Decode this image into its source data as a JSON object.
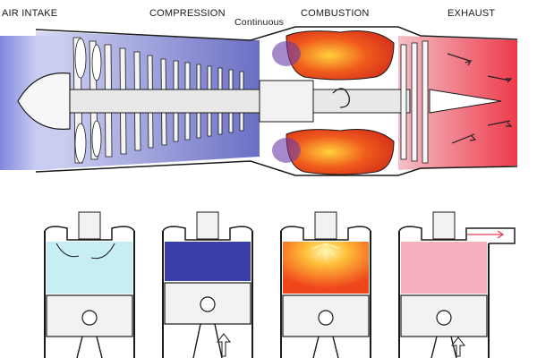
{
  "labels": {
    "intake": "AIR INTAKE",
    "compression": "COMPRESSION",
    "continuous": "Continuous",
    "combustion": "COMBUSTION",
    "exhaust": "EXHAUST"
  },
  "colors": {
    "intake": "#c7eef4",
    "compression": "#3a3fa8",
    "combustion": "#f0461c",
    "exhaust": "#f4b1bd",
    "metal": "#f2f2f2",
    "outline": "#1a1a1a"
  }
}
